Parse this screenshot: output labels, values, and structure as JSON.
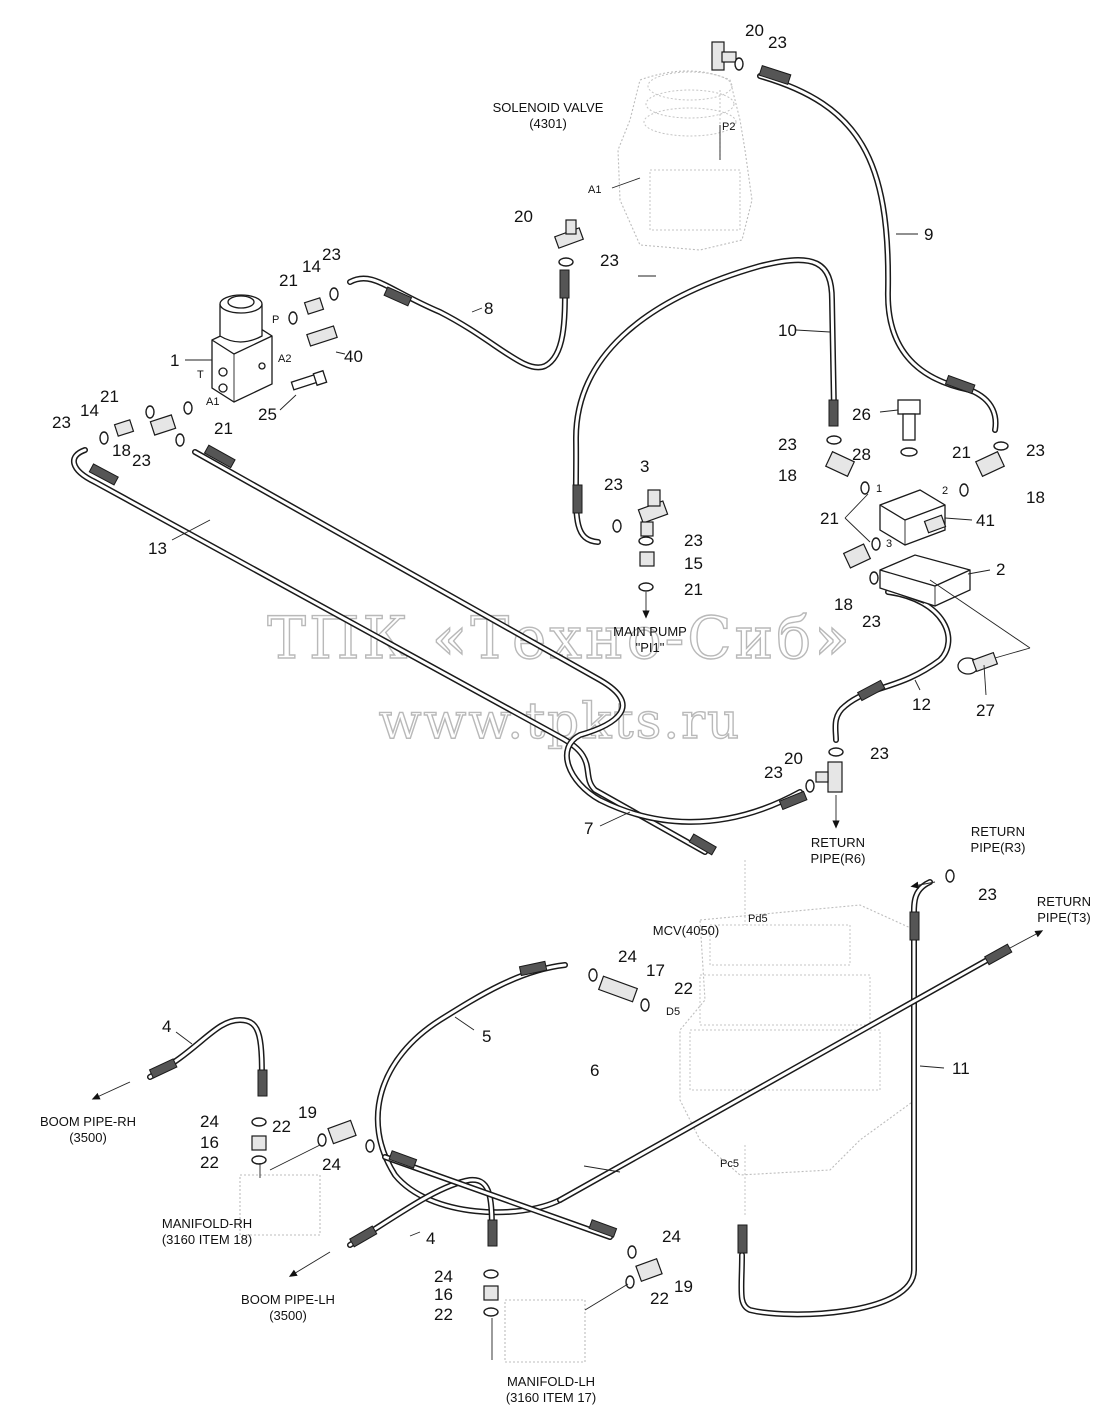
{
  "watermark": {
    "line1": "ТПК «Техно-Сиб»",
    "line2": "www.tpkts.ru"
  },
  "labels": {
    "solenoid_valve": "SOLENOID VALVE",
    "solenoid_valve_ref": "(4301)",
    "main_pump": "MAIN PUMP",
    "main_pump_port": "\"PI1\"",
    "return_pipe_r6_a": "RETURN",
    "return_pipe_r6_b": "PIPE(R6)",
    "return_pipe_r3_a": "RETURN",
    "return_pipe_r3_b": "PIPE(R3)",
    "return_pipe_t3_a": "RETURN",
    "return_pipe_t3_b": "PIPE(T3)",
    "mcv": "MCV(4050)",
    "boom_pipe_rh": "BOOM PIPE-RH",
    "boom_pipe_rh_ref": "(3500)",
    "boom_pipe_lh": "BOOM PIPE-LH",
    "boom_pipe_lh_ref": "(3500)",
    "manifold_rh": "MANIFOLD-RH",
    "manifold_rh_ref": "(3160 ITEM 18)",
    "manifold_lh": "MANIFOLD-LH",
    "manifold_lh_ref": "(3160 ITEM 17)"
  },
  "ports": {
    "p2": "P2",
    "a1_sv": "A1",
    "p": "P",
    "a2": "A2",
    "t": "T",
    "a1": "A1",
    "pd5": "Pd5",
    "d5": "D5",
    "pc5": "Pc5",
    "port1": "1",
    "port2": "2",
    "port3": "3"
  },
  "callouts": [
    {
      "id": "c-20-top",
      "text": "20"
    },
    {
      "id": "c-23-top",
      "text": "23"
    },
    {
      "id": "c-9",
      "text": "9"
    },
    {
      "id": "c-20-a1",
      "text": "20"
    },
    {
      "id": "c-23-a1",
      "text": "23"
    },
    {
      "id": "c-8",
      "text": "8"
    },
    {
      "id": "c-23-p",
      "text": "23"
    },
    {
      "id": "c-14-p",
      "text": "14"
    },
    {
      "id": "c-21-p",
      "text": "21"
    },
    {
      "id": "c-1",
      "text": "1"
    },
    {
      "id": "c-40",
      "text": "40"
    },
    {
      "id": "c-25",
      "text": "25"
    },
    {
      "id": "c-21-a1",
      "text": "21"
    },
    {
      "id": "c-21-t",
      "text": "21"
    },
    {
      "id": "c-14-t",
      "text": "14"
    },
    {
      "id": "c-23-l",
      "text": "23"
    },
    {
      "id": "c-18-l",
      "text": "18"
    },
    {
      "id": "c-23-ll",
      "text": "23"
    },
    {
      "id": "c-10",
      "text": "10"
    },
    {
      "id": "c-26",
      "text": "26"
    },
    {
      "id": "c-28",
      "text": "28"
    },
    {
      "id": "c-23-10",
      "text": "23"
    },
    {
      "id": "c-18-41l",
      "text": "18"
    },
    {
      "id": "c-21-41r",
      "text": "21"
    },
    {
      "id": "c-23-41r",
      "text": "23"
    },
    {
      "id": "c-18-41r",
      "text": "18"
    },
    {
      "id": "c-41",
      "text": "41"
    },
    {
      "id": "c-21-41",
      "text": "21"
    },
    {
      "id": "c-3",
      "text": "3"
    },
    {
      "id": "c-23-3a",
      "text": "23"
    },
    {
      "id": "c-23-3b",
      "text": "23"
    },
    {
      "id": "c-15",
      "text": "15"
    },
    {
      "id": "c-21-15",
      "text": "21"
    },
    {
      "id": "c-13",
      "text": "13"
    },
    {
      "id": "c-2",
      "text": "2"
    },
    {
      "id": "c-18-2",
      "text": "18"
    },
    {
      "id": "c-23-2",
      "text": "23"
    },
    {
      "id": "c-27",
      "text": "27"
    },
    {
      "id": "c-12",
      "text": "12"
    },
    {
      "id": "c-23-12",
      "text": "23"
    },
    {
      "id": "c-20-r6",
      "text": "20"
    },
    {
      "id": "c-23-r6",
      "text": "23"
    },
    {
      "id": "c-7",
      "text": "7"
    },
    {
      "id": "c-23-r3",
      "text": "23"
    },
    {
      "id": "c-24-17",
      "text": "24"
    },
    {
      "id": "c-17",
      "text": "17"
    },
    {
      "id": "c-22-17",
      "text": "22"
    },
    {
      "id": "c-5",
      "text": "5"
    },
    {
      "id": "c-11",
      "text": "11"
    },
    {
      "id": "c-4-rh",
      "text": "4"
    },
    {
      "id": "c-24-rh",
      "text": "24"
    },
    {
      "id": "c-16-rh",
      "text": "16"
    },
    {
      "id": "c-22-rh",
      "text": "22"
    },
    {
      "id": "c-19-rh",
      "text": "19"
    },
    {
      "id": "c-22-19rh",
      "text": "22"
    },
    {
      "id": "c-24-19rh",
      "text": "24"
    },
    {
      "id": "c-6",
      "text": "6"
    },
    {
      "id": "c-4-lh",
      "text": "4"
    },
    {
      "id": "c-24-lh",
      "text": "24"
    },
    {
      "id": "c-16-lh",
      "text": "16"
    },
    {
      "id": "c-22-lh",
      "text": "22"
    },
    {
      "id": "c-24-19lh",
      "text": "24"
    },
    {
      "id": "c-19-lh",
      "text": "19"
    },
    {
      "id": "c-22-19lh",
      "text": "22"
    }
  ]
}
